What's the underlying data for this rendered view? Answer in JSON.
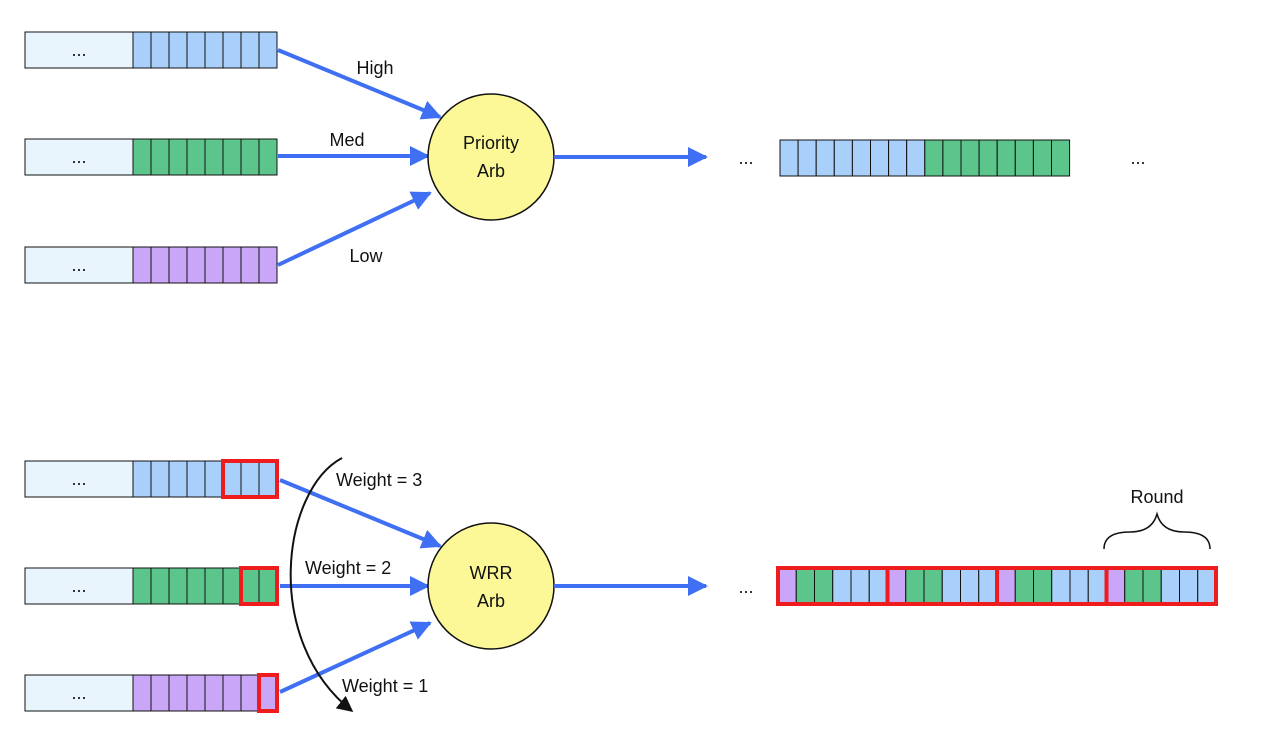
{
  "colors": {
    "high": "#a9d0fa",
    "med": "#5cc58b",
    "low": "#c9a6f7",
    "queue_head": "#e9f5fc",
    "arrow": "#3f6ff2",
    "arbiter_fill": "#fcf897",
    "highlight": "#ee1c1c",
    "outline": "#111111"
  },
  "ellipsis": "...",
  "priority": {
    "arbiter": {
      "line1": "Priority",
      "line2": "Arb"
    },
    "labels": {
      "high": "High",
      "med": "Med",
      "low": "Low"
    },
    "queues": [
      {
        "class": "high",
        "slots": 8
      },
      {
        "class": "med",
        "slots": 8
      },
      {
        "class": "low",
        "slots": 8
      }
    ],
    "output_sequence": [
      "high",
      "high",
      "high",
      "high",
      "high",
      "high",
      "high",
      "high",
      "med",
      "med",
      "med",
      "med",
      "med",
      "med",
      "med",
      "med"
    ]
  },
  "wrr": {
    "arbiter": {
      "line1": "WRR",
      "line2": "Arb"
    },
    "queues": [
      {
        "class": "high",
        "slots": 8,
        "weight": 3,
        "label": "Weight = 3"
      },
      {
        "class": "med",
        "slots": 8,
        "weight": 2,
        "label": "Weight = 2"
      },
      {
        "class": "low",
        "slots": 8,
        "weight": 1,
        "label": "Weight = 1"
      }
    ],
    "round_label": "Round",
    "rounds": [
      [
        "low",
        "med",
        "med",
        "high",
        "high",
        "high"
      ],
      [
        "low",
        "med",
        "med",
        "high",
        "high",
        "high"
      ],
      [
        "low",
        "med",
        "med",
        "high",
        "high",
        "high"
      ],
      [
        "low",
        "med",
        "med",
        "high",
        "high",
        "high"
      ]
    ]
  }
}
